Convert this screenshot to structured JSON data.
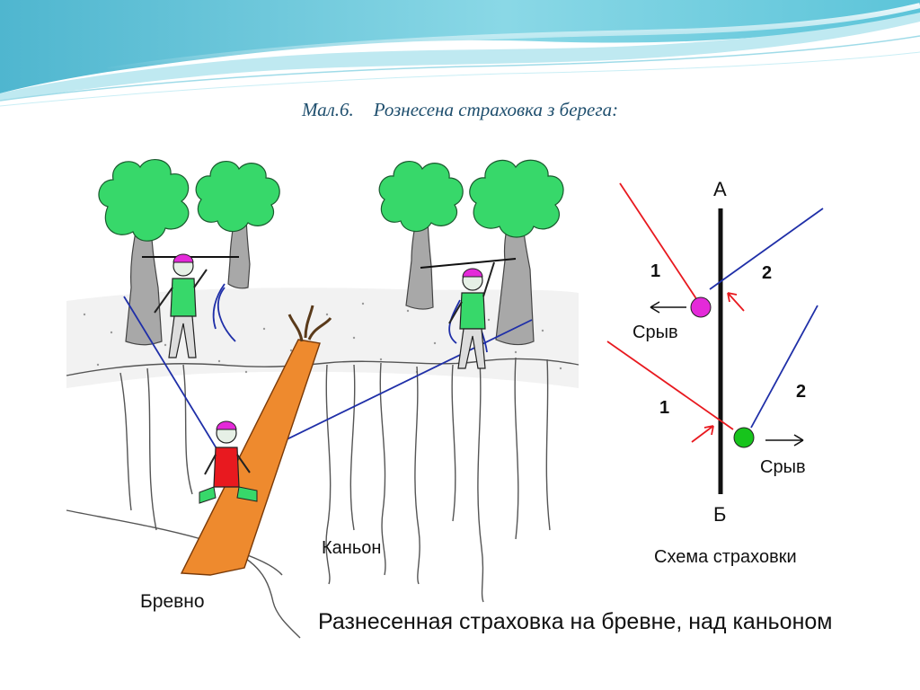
{
  "slide": {
    "title_number": "Мал.6.",
    "title_text": "Рознесена страховка з берега:"
  },
  "illustration": {
    "log_label": "Бревно",
    "canyon_label": "Каньон",
    "caption": "Разнесенная страховка на бревне, над каньоном"
  },
  "scheme": {
    "top_label": "А",
    "bottom_label": "Б",
    "upper_fall_label": "Срыв",
    "lower_fall_label": "Срыв",
    "upper_left_rope": "1",
    "upper_right_rope": "2",
    "lower_left_rope": "1",
    "lower_right_rope": "2",
    "caption": "Схема страховки"
  },
  "colors": {
    "rope_red": "#e8191f",
    "rope_blue": "#1f2fa8",
    "climber_upper": "#e42ad9",
    "climber_lower": "#17c41c",
    "tree_green": "#37d86a",
    "log_orange": "#ee8a2e",
    "header_blue": "#5cc4d9"
  }
}
